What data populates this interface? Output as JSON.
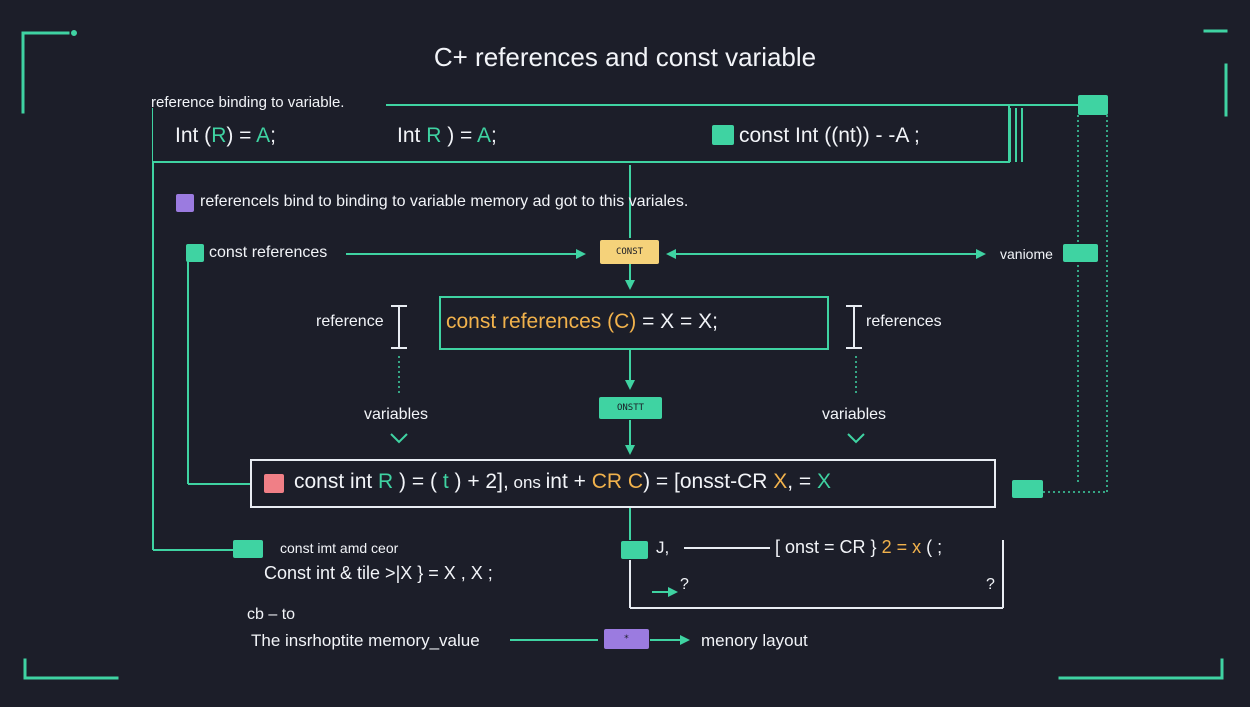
{
  "title": "C+ references and const variable",
  "colors": {
    "background": "#1c1e29",
    "accent_green": "#3fd3a2",
    "accent_yellow": "#f5d27a",
    "accent_purple": "#9b7be0",
    "accent_pink": "#f07f86",
    "text": "#f2f4f8"
  },
  "top_row": {
    "label": "reference binding to variable.",
    "expr1": {
      "a": "Int (",
      "b": "R",
      "c": ") = ",
      "d": "A",
      "e": ";"
    },
    "expr2": {
      "a": "Int ",
      "b": "R",
      "c": " ) = ",
      "d": "A",
      "e": ";"
    },
    "expr3": "const Int  ((nt))  -  -A  ;"
  },
  "note": "referencels bind to binding to variable memory  ad got to this variales.",
  "const_references_label": "const references",
  "const_chip": "CONST",
  "variable_right_label": "vaniome",
  "center_box": {
    "a": "const  references  (C)",
    "b": " =  X  =  X;"
  },
  "reference_left": "reference",
  "references_right": "references",
  "variables_left": "variables",
  "variables_right": "variables",
  "onst_chip": "ONSTT",
  "main_box": {
    "a": "const  int  ",
    "b": "R",
    "c": " )  =  ( ",
    "d": "t",
    "e": " ) ",
    "f": " +  2],",
    "g": " ons ",
    "h": "int + ",
    "i": "CR C",
    "j": ")  =  [",
    "k": "onsst-",
    "l": "CR",
    "m": "  X",
    "n": ",  =  ",
    "o": "X"
  },
  "bottom_left": {
    "line1": "const imt amd ceor",
    "line2": "Const int  &  tile  >|X  }  =  X ,  X ;",
    "line3": "cb  – to",
    "line4": "The insrhoptite memory_value"
  },
  "bottom_right": {
    "expr_a": "J, ",
    "expr_b": "[ onst = ",
    "expr_c": "CR",
    "expr_d": " }  ",
    "expr_e": "2  =  x",
    "expr_f": " ( ;",
    "q1": "?",
    "q2": "?"
  },
  "memory_layout": "menory layout",
  "purple_chip": "*"
}
